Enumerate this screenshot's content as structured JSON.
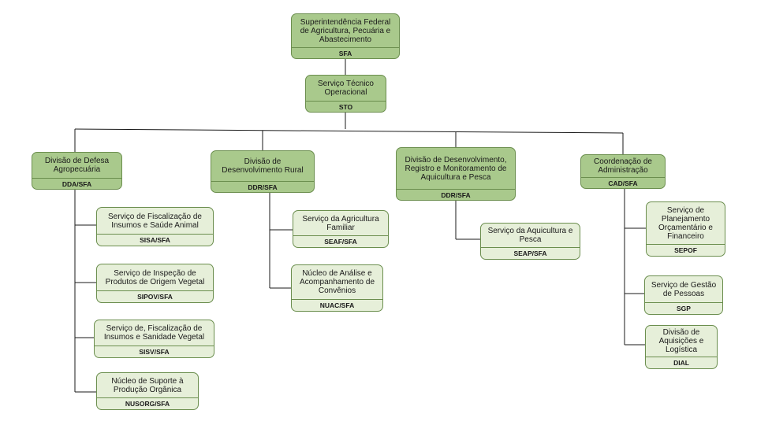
{
  "units": {
    "sfa": {
      "name": "Superintendência Federal de Agricultura, Pecuária e Abastecimento",
      "acronym": "SFA"
    },
    "sto": {
      "name": "Serviço Técnico Operacional",
      "acronym": "STO"
    },
    "dda": {
      "name": "Divisão de Defesa Agropecuária",
      "acronym": "DDA/SFA"
    },
    "ddr_rural": {
      "name": "Divisão de Desenvolvimento Rural",
      "acronym": "DDR/SFA"
    },
    "ddr_aqui": {
      "name": "Divisão de Desenvolvimento, Registro e Monitoramento de Aquicultura e Pesca",
      "acronym": "DDR/SFA"
    },
    "cad": {
      "name": "Coordenação de Administração",
      "acronym": "CAD/SFA"
    },
    "sisa": {
      "name": "Serviço de Fiscalização de Insumos e Saúde Animal",
      "acronym": "SISA/SFA"
    },
    "sipov": {
      "name": "Serviço de Inspeção de Produtos de Origem Vegetal",
      "acronym": "SIPOV/SFA"
    },
    "sisv": {
      "name": "Serviço de, Fiscalização de Insumos e Sanidade Vegetal",
      "acronym": "SISV/SFA"
    },
    "nusorg": {
      "name": "Núcleo de Suporte à Produção Orgânica",
      "acronym": "NUSORG/SFA"
    },
    "seaf": {
      "name": "Serviço da Agricultura Familiar",
      "acronym": "SEAF/SFA"
    },
    "nuac": {
      "name": "Núcleo de Análise e Acompanhamento de Convênios",
      "acronym": "NUAC/SFA"
    },
    "seap": {
      "name": "Serviço da Aquicultura e Pesca",
      "acronym": "SEAP/SFA"
    },
    "sepof": {
      "name": "Serviço de Planejamento Orçamentário e Financeiro",
      "acronym": "SEPOF"
    },
    "sgp": {
      "name": "Serviço de Gestão de Pessoas",
      "acronym": "SGP"
    },
    "dial": {
      "name": "Divisão de Aquisições e Logística",
      "acronym": "DIAL"
    }
  },
  "colors": {
    "header_fill": "#a9c98c",
    "box_fill": "#e6efd9",
    "border": "#6b8e4e",
    "line": "#1a1a1a"
  }
}
